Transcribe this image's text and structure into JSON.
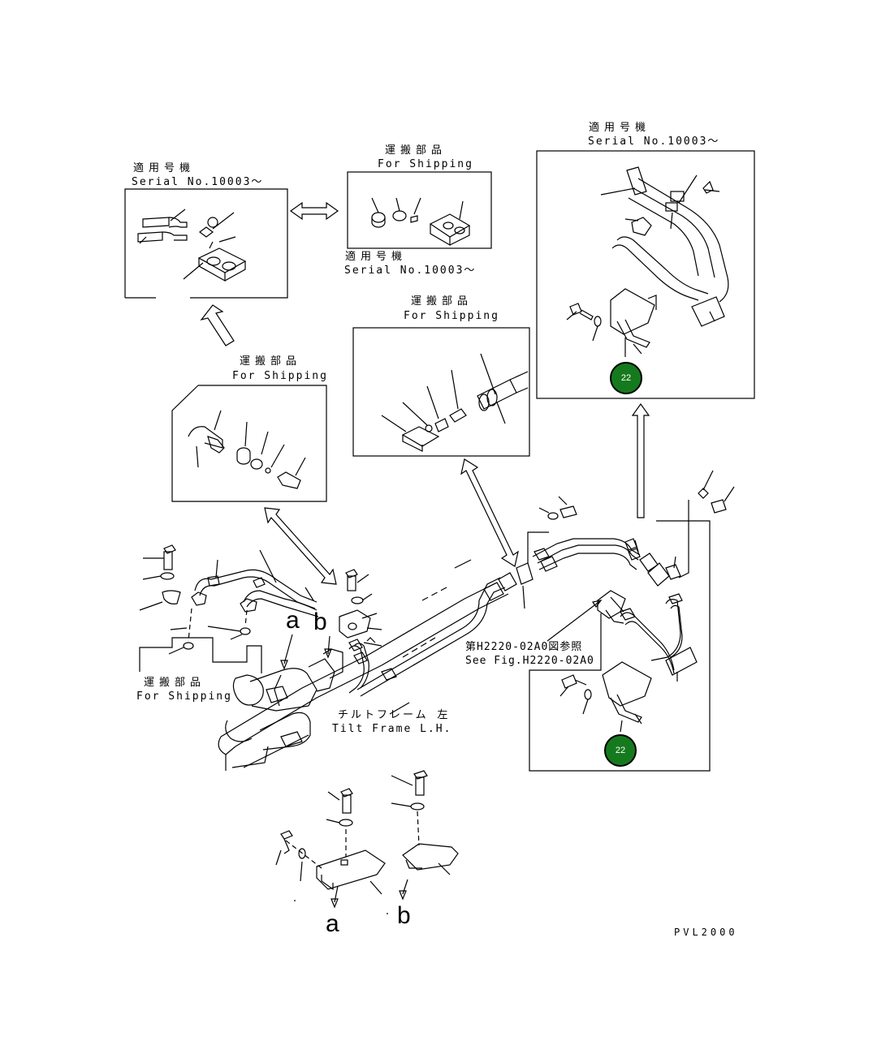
{
  "labels": {
    "applicable_jp": "適用号機",
    "serial": "Serial No.10003～",
    "shipping_jp": "運搬部品",
    "shipping_en": "For Shipping",
    "see_fig_jp": "第H2220-02A0図参照",
    "see_fig_en": "See Fig.H2220-02A0",
    "tilt_frame_jp": "チルトフレーム 左",
    "tilt_frame_en": "Tilt Frame L.H.",
    "ref_a": "a",
    "ref_b": "b",
    "drawing_code": "PVL2000"
  },
  "callouts": {
    "upper": "22",
    "lower": "22"
  },
  "colors": {
    "badge": "#157a1d",
    "line": "#000000"
  }
}
